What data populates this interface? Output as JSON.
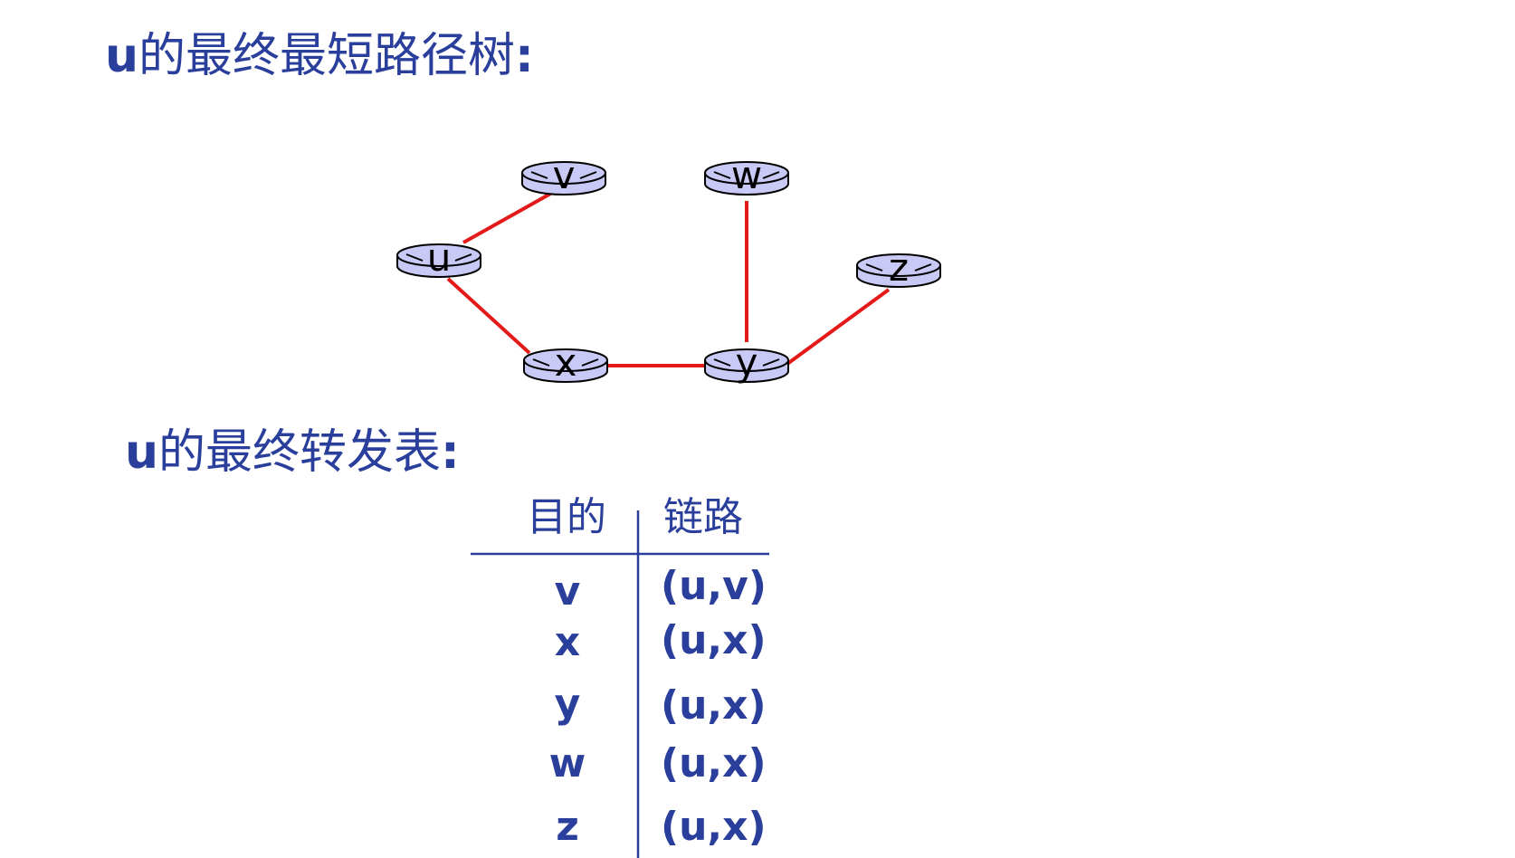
{
  "tree_title": {
    "prefix": "u",
    "text": "的最终最短路径树",
    "suffix": ":"
  },
  "table_title": {
    "prefix": "u",
    "text": "的最终转发表",
    "suffix": ":"
  },
  "nodes": [
    {
      "id": "v",
      "label": "v"
    },
    {
      "id": "w",
      "label": "w"
    },
    {
      "id": "u",
      "label": "u"
    },
    {
      "id": "z",
      "label": "z"
    },
    {
      "id": "x",
      "label": "x"
    },
    {
      "id": "y",
      "label": "y"
    }
  ],
  "edges": [
    {
      "from": "u",
      "to": "v"
    },
    {
      "from": "u",
      "to": "x"
    },
    {
      "from": "x",
      "to": "y"
    },
    {
      "from": "y",
      "to": "w"
    },
    {
      "from": "y",
      "to": "z"
    }
  ],
  "colors": {
    "text": "#2a3f9c",
    "edge": "#e41a1a",
    "router_fill": "#c9c9f5",
    "router_stroke": "#000000",
    "rule": "#2a3f9c"
  },
  "table": {
    "headers": {
      "destination": "目的",
      "link": "链路"
    },
    "rows": [
      {
        "destination": "v",
        "link": "(u,v)"
      },
      {
        "destination": "x",
        "link": "(u,x)"
      },
      {
        "destination": "y",
        "link": "(u,x)"
      },
      {
        "destination": "w",
        "link": "(u,x)"
      },
      {
        "destination": "z",
        "link": "(u,x)"
      }
    ]
  }
}
